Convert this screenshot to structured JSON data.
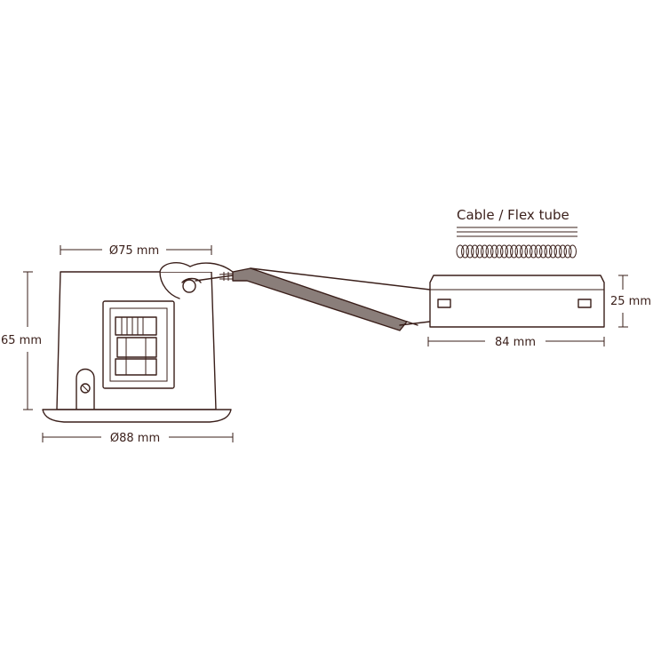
{
  "dimensions": {
    "fixture_inner_diameter": "Ø75 mm",
    "fixture_height": "65 mm",
    "bezel_diameter": "Ø88 mm",
    "driver_length": "84 mm",
    "driver_height": "25 mm"
  },
  "legend": {
    "title": "Cable / Flex tube"
  },
  "colors": {
    "line": "#3a1f1a",
    "cable_fill": "#8a7e7a",
    "background": "#ffffff"
  }
}
